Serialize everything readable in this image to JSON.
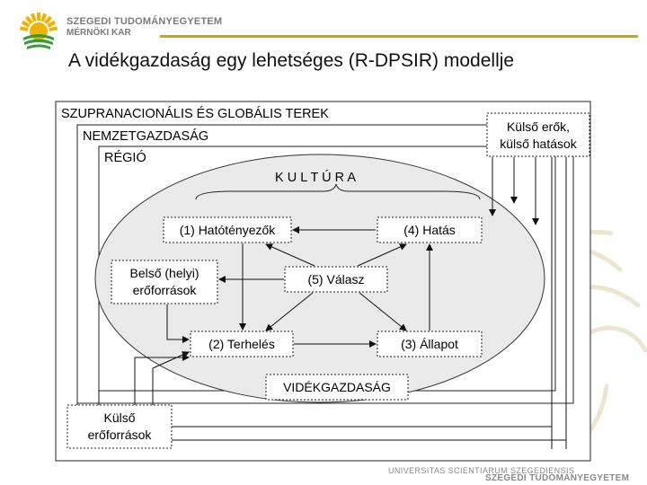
{
  "header": {
    "university": "SZEGEDI TUDOMÁNYEGYETEM",
    "faculty": "MÉRNÖKI KAR",
    "accent_color": "#c9a800",
    "logo_icon": "sun-gear-icon"
  },
  "slide": {
    "title": "A vidékgazdaság egy lehetséges (R-DPSIR) modellje"
  },
  "diagram": {
    "levels": {
      "supranational": "SZUPRANACIONÁLIS ÉS GLOBÁLIS TEREK",
      "national": "NEMZETGAZDASÁG",
      "region": "RÉGIÓ"
    },
    "culture_label": "K U L T Ú R A",
    "external_forces": [
      "Külső erők,",
      "külső hatások"
    ],
    "internal_resources": [
      "Belső (helyi)",
      "erőforrások"
    ],
    "external_resources": [
      "Külső",
      "erőforrások"
    ],
    "nodes": {
      "drivers": "(1) Hatótényezők",
      "pressure": "(2) Terhelés",
      "state": "(3) Állapot",
      "impact": "(4) Hatás",
      "response": "(5) Válasz"
    },
    "rural_economy": "VIDÉKGAZDASÁG"
  },
  "footer": {
    "latin": "UNIVERSITAS SCIENTIARUM SZEGEDIENSIS",
    "hungarian": "SZEGEDI TUDOMÁNYEGYETEM"
  }
}
